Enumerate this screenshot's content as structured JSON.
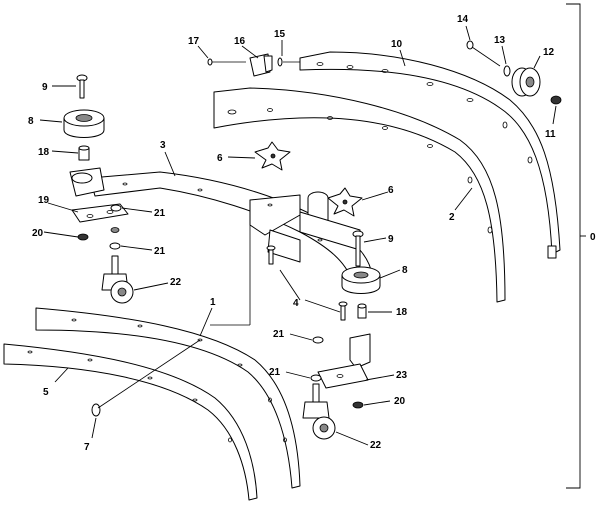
{
  "figure": {
    "assembly_label": "0",
    "callouts": [
      {
        "id": "c1",
        "text": "1"
      },
      {
        "id": "c2",
        "text": "2"
      },
      {
        "id": "c3",
        "text": "3"
      },
      {
        "id": "c4",
        "text": "4"
      },
      {
        "id": "c5",
        "text": "5"
      },
      {
        "id": "c6a",
        "text": "6"
      },
      {
        "id": "c6b",
        "text": "6"
      },
      {
        "id": "c7",
        "text": "7"
      },
      {
        "id": "c8a",
        "text": "8"
      },
      {
        "id": "c8b",
        "text": "8"
      },
      {
        "id": "c9a",
        "text": "9"
      },
      {
        "id": "c9b",
        "text": "9"
      },
      {
        "id": "c10",
        "text": "10"
      },
      {
        "id": "c11",
        "text": "11"
      },
      {
        "id": "c12",
        "text": "12"
      },
      {
        "id": "c13",
        "text": "13"
      },
      {
        "id": "c14",
        "text": "14"
      },
      {
        "id": "c15",
        "text": "15"
      },
      {
        "id": "c16",
        "text": "16"
      },
      {
        "id": "c17",
        "text": "17"
      },
      {
        "id": "c18a",
        "text": "18"
      },
      {
        "id": "c18b",
        "text": "18"
      },
      {
        "id": "c19",
        "text": "19"
      },
      {
        "id": "c20a",
        "text": "20"
      },
      {
        "id": "c20b",
        "text": "20"
      },
      {
        "id": "c21a",
        "text": "21"
      },
      {
        "id": "c21b",
        "text": "21"
      },
      {
        "id": "c21c",
        "text": "21"
      },
      {
        "id": "c21d",
        "text": "21"
      },
      {
        "id": "c22a",
        "text": "22"
      },
      {
        "id": "c22b",
        "text": "22"
      },
      {
        "id": "c23",
        "text": "23"
      }
    ]
  }
}
